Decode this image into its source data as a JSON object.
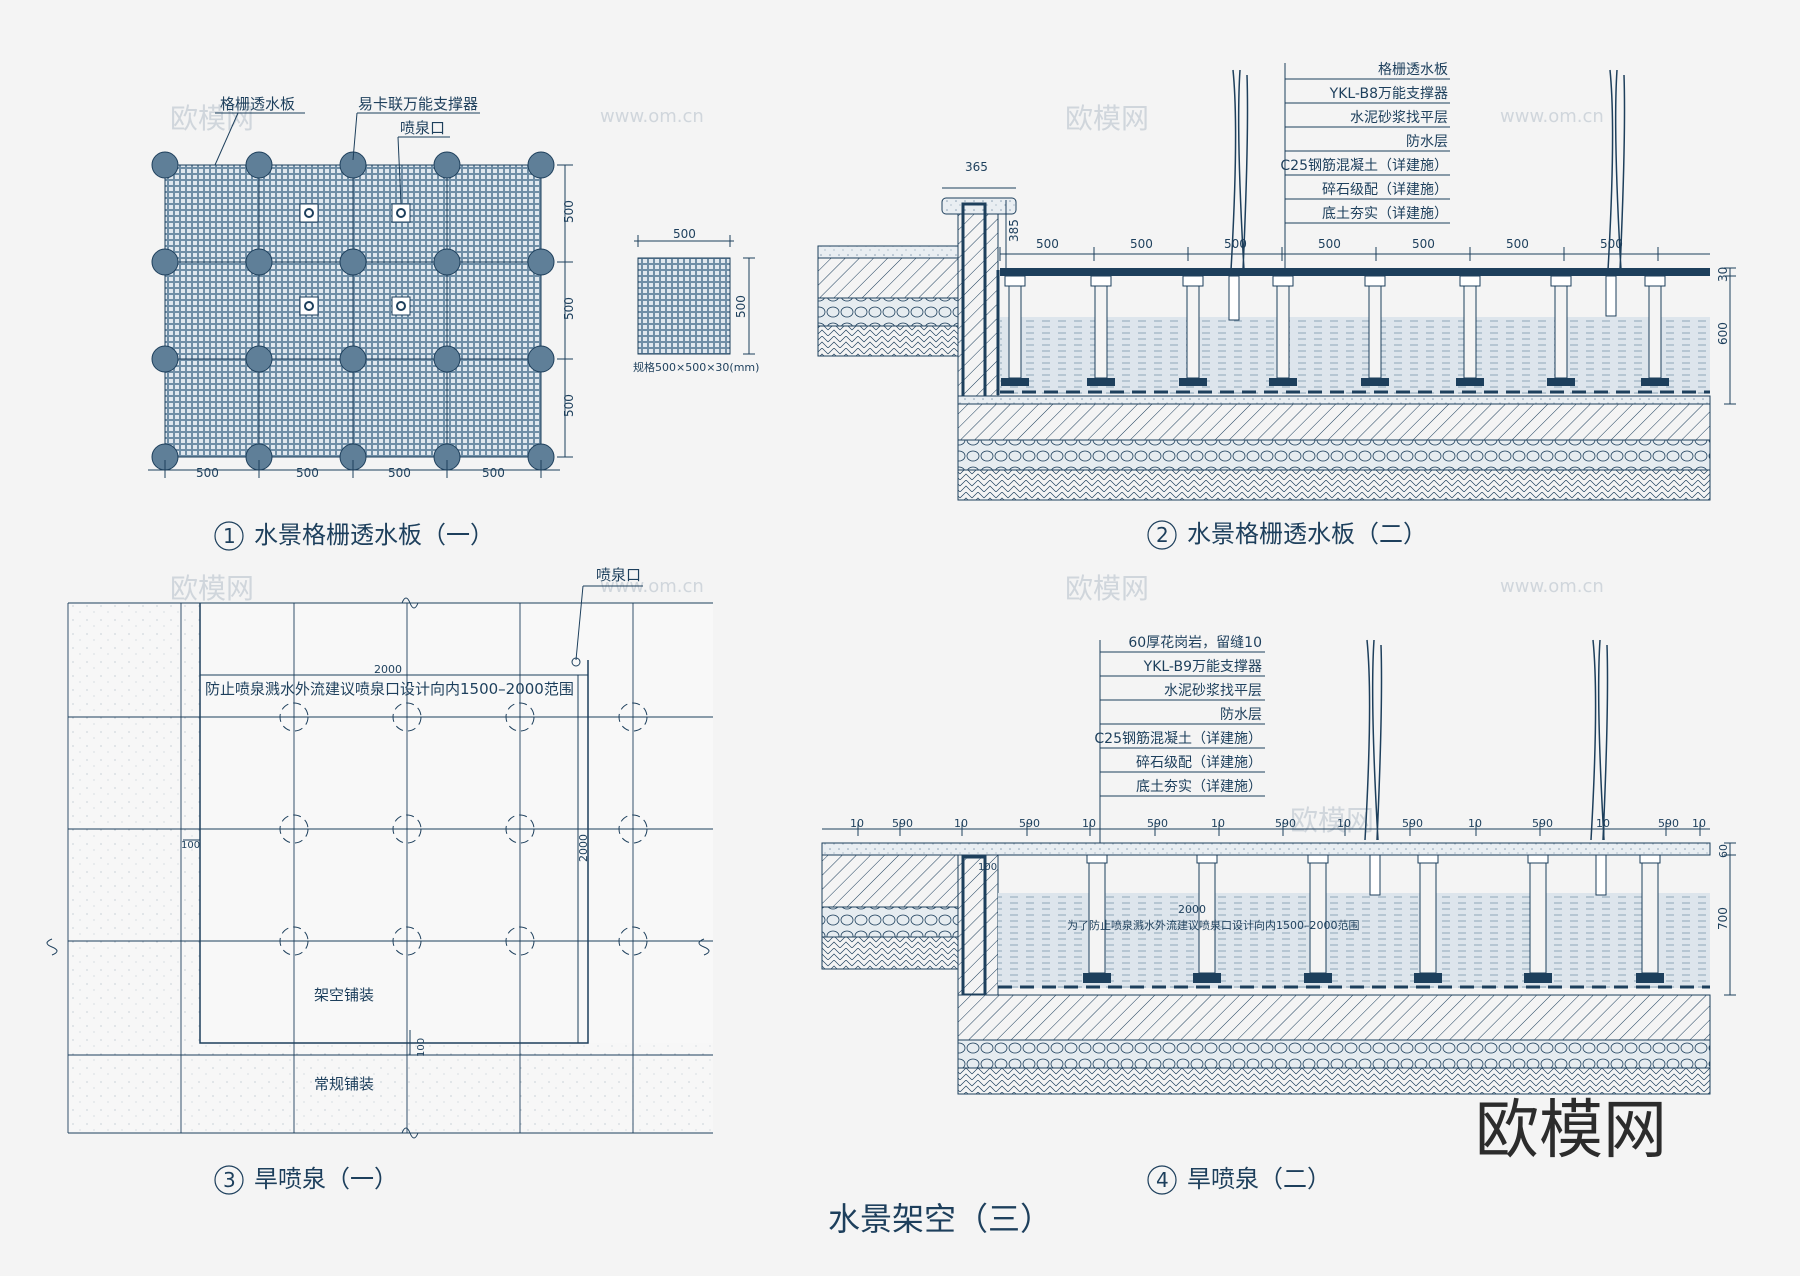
{
  "sheet_title": "水景架空（三）",
  "watermark_logo": "欧模网",
  "watermark_small": [
    "欧模网",
    "www.om.cn"
  ],
  "colors": {
    "ink": "#1d3f5c",
    "background": "#f4f4f4",
    "water": "#c9d6e1",
    "grate": "#6f8ea6"
  },
  "fig1": {
    "number": "1",
    "caption": "水景格栅透水板（一）",
    "labels": {
      "grate": "格栅透水板",
      "support": "易卡联万能支撑器",
      "nozzle": "喷泉口"
    },
    "dims_bottom": [
      "500",
      "500",
      "500",
      "500"
    ],
    "dims_right": [
      "500",
      "500",
      "500"
    ],
    "panel_dim_top": "500",
    "panel_dim_right": "500",
    "panel_spec": "规格500×500×30(mm)"
  },
  "fig2": {
    "number": "2",
    "caption": "水景格栅透水板（二）",
    "layers": [
      "格栅透水板",
      "YKL-B8万能支撑器",
      "水泥砂浆找平层",
      "防水层",
      "C25钢筋混凝土（详建施）",
      "碎石级配（详建施）",
      "底土夯实（详建施）"
    ],
    "dim_coping": "365",
    "dim_wall": "385",
    "dims_top": [
      "500",
      "500",
      "500",
      "500",
      "500",
      "500",
      "500"
    ],
    "dim_right_top": "30",
    "dim_right_depth": "600"
  },
  "fig3": {
    "number": "3",
    "caption": "旱喷泉（一）",
    "nozzle_label": "喷泉口",
    "dim_2000_h": "2000",
    "dim_2000_v": "2000",
    "note": "防止喷泉溅水外流建议喷泉口设计向内1500–2000范围",
    "dim_100_left": "100",
    "dim_100_bottom": "100",
    "zone_raised": "架空铺装",
    "zone_regular": "常规铺装"
  },
  "fig4": {
    "number": "4",
    "caption": "旱喷泉（二）",
    "layers": [
      "60厚花岗岩，留缝10",
      "YKL-B9万能支撑器",
      "水泥砂浆找平层",
      "防水层",
      "C25钢筋混凝土（详建施）",
      "碎石级配（详建施）",
      "底土夯实（详建施）"
    ],
    "dims_top": [
      "10",
      "590",
      "10",
      "590",
      "10",
      "590",
      "10",
      "590",
      "10",
      "590",
      "10",
      "590",
      "10",
      "590",
      "10"
    ],
    "dim_100": "100",
    "dim_2000": "2000",
    "note": "为了防止喷泉溅水外流建议喷泉口设计向内1500–2000范围",
    "dim_right_top": "60",
    "dim_right_depth": "700"
  }
}
